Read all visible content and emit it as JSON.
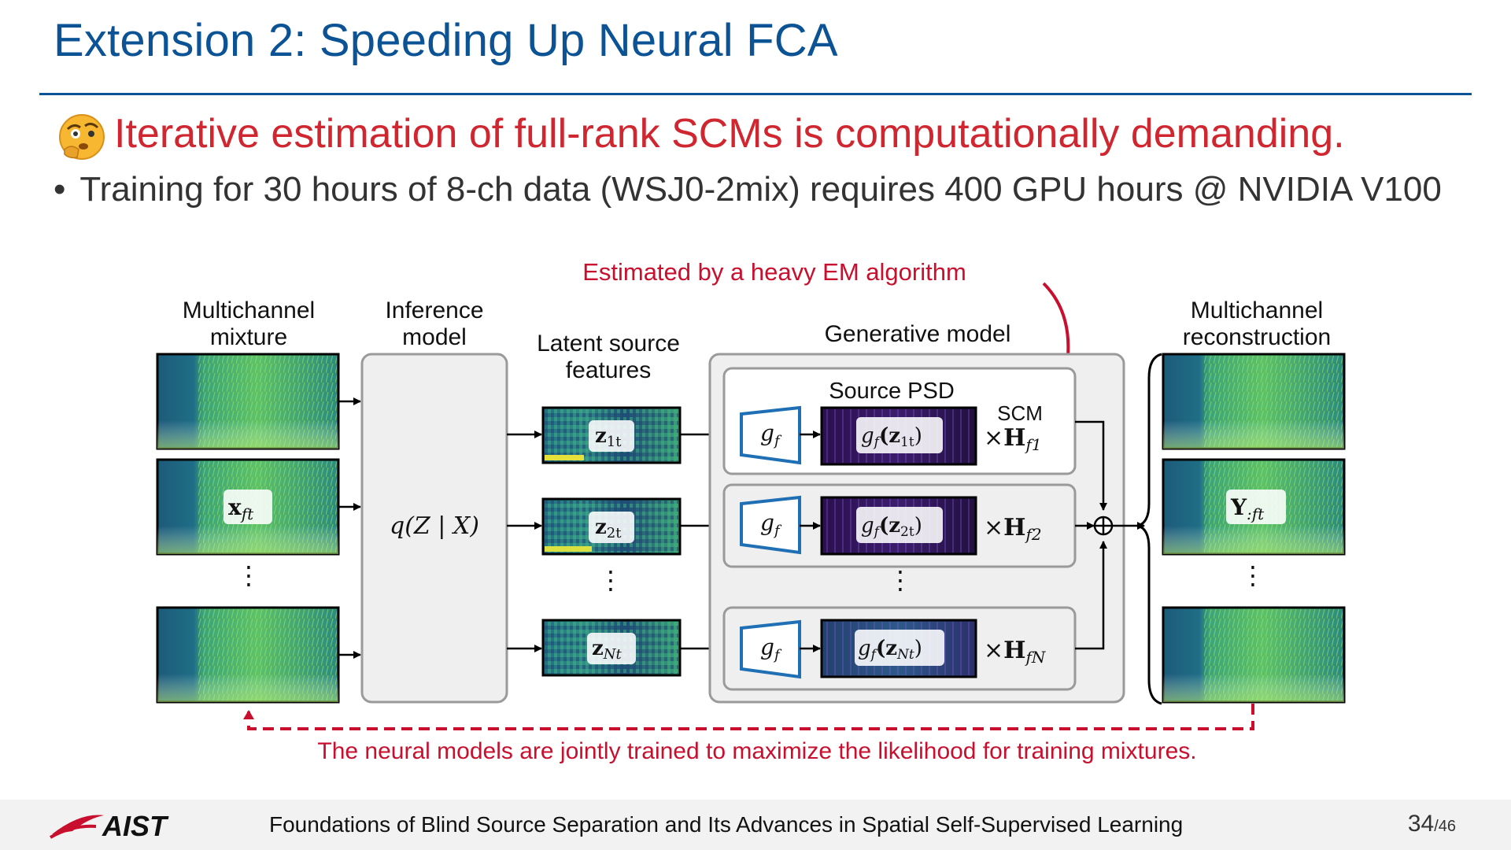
{
  "slide": {
    "title": "Extension 2: Speeding Up Neural FCA",
    "headline": "Iterative estimation of full-rank SCMs is computationally demanding.",
    "bullet": "Training for 30 hours of 8-ch data (WSJ0-2mix) requires 400 GPU hours @ NVIDIA V100",
    "emoji_icon": "thinking-face-icon"
  },
  "diagram": {
    "annotation_top": "Estimated by a heavy EM algorithm",
    "annotation_bottom": "The neural models are jointly trained to maximize the likelihood for training mixtures.",
    "mixture_label_1": "Multichannel",
    "mixture_label_2": "mixture",
    "mixture_symbol": "x",
    "mixture_sub": "ft",
    "inference_label_1": "Inference",
    "inference_label_2": "model",
    "inference_formula": "q(Z | X)",
    "latent_label_1": "Latent source",
    "latent_label_2": "features",
    "latent": [
      {
        "symbol": "z",
        "sub": "1t"
      },
      {
        "symbol": "z",
        "sub": "2t"
      },
      {
        "symbol": "z",
        "sub": "Nt"
      }
    ],
    "generative_label": "Generative model",
    "psd_label": "Source PSD",
    "scm_label": "SCM",
    "decoder_symbol": "g",
    "decoder_sub": "f",
    "psd": [
      {
        "text": "g",
        "sub": "f",
        "arg": "(z",
        "argsub": "1t",
        "close": ")"
      },
      {
        "text": "g",
        "sub": "f",
        "arg": "(z",
        "argsub": "2t",
        "close": ")"
      },
      {
        "text": "g",
        "sub": "f",
        "arg": "(z",
        "argsub": "Nt",
        "close": ")"
      }
    ],
    "scm": [
      {
        "prefix": "×",
        "symbol": "H",
        "sub": "f1"
      },
      {
        "prefix": "×",
        "symbol": "H",
        "sub": "f2"
      },
      {
        "prefix": "×",
        "symbol": "H",
        "sub": "fN"
      }
    ],
    "vdots": "⋮",
    "recon_label_1": "Multichannel",
    "recon_label_2": "reconstruction",
    "recon_symbol": "Y",
    "recon_sub": ":ft",
    "sum_symbol": "⊕"
  },
  "footer": {
    "logo_text": "AIST",
    "text": "Foundations of Blind Source Separation and Its Advances in Spatial Self-Supervised Learning",
    "page": "34",
    "total": "/46"
  },
  "colors": {
    "title_blue": "#0b5394",
    "alert_red": "#d0262f",
    "decoder_blue": "#1f6fb5",
    "gray_box": "#efefef",
    "spec_teal": "#1f6e86",
    "spec_green": "#7ed957",
    "spec_purple": "#2b0f4e"
  }
}
